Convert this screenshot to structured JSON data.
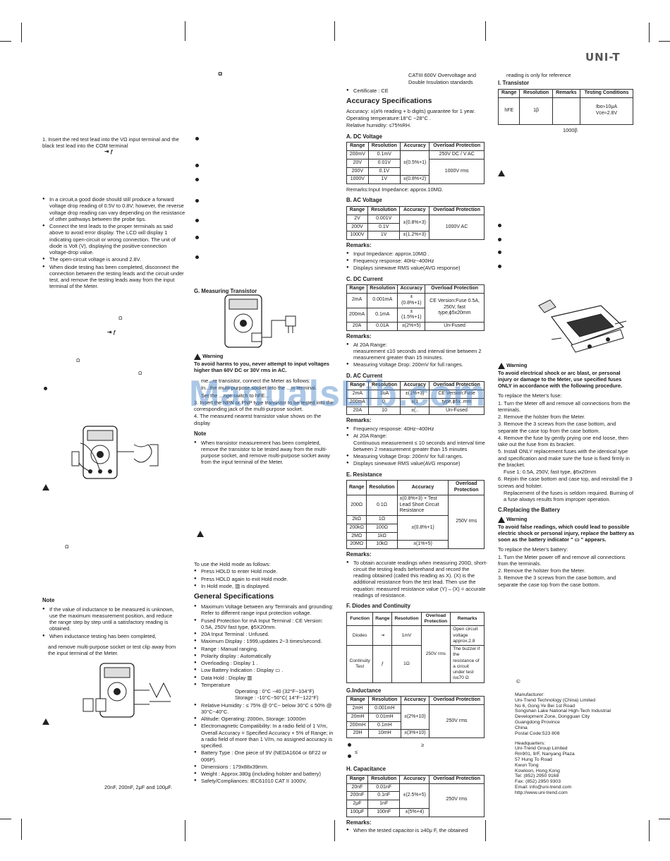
{
  "brand": "UNI-T",
  "col1": {
    "step1": "1. Insert the red test lead into the VΩ input terminal and the black test lead into the COM terminal",
    "bullets": [
      "In a circuit,a good diode should still produce a forward voltage drop reading of 0.5V to 0.8V; however, the reverse voltage drop reading can vary depending on the resistance of other pathways between the probe tips.",
      "Connect the test leads to the proper terminals as said above to avoid error display. The LCD will display 1 indicating open-circuit or wrong connection. The unit of diode is Volt (V), displaying the positive-connection voltage-drop value.",
      "The open-circuit voltage is around 2.8V.",
      "When diode testing has been completed, disconnect the connection between the testing leads and the circuit under test, and remove the testing leads away from the input terminal of the Meter."
    ],
    "note_title": "Note",
    "note_bullets": [
      "If the value of inductance to be measured is unknown, use the maximum measurement position, and reduce the range step by step until a satisfactory reading is obtained.",
      "When inductance testing has been completed,"
    ],
    "note_cont": "and remove multi-purpose socket or test clip away from the input terminal of the Meter.",
    "cap_ranges": "20nF, 200nF, 2μF and 100μF."
  },
  "col2": {
    "transistor_title": "G. Measuring Transistor",
    "warning_title": "Warning",
    "warning_text": "To avoid harms to you, never attempt to input voltages higher than 60V DC or 30V rms in AC.",
    "steps": [
      "me...re transistor, connect the Meter as follows:",
      "In...the multi-purpose socket into the ...m terminal.",
      "Set the ...nge switch to hFE...",
      "3. Insert the NPN or PNP type transistor to be tested into the corresponding jack of the multi-purpose socket.",
      "4. The measured nearest transistor value shows on the display"
    ],
    "note_title": "Note",
    "note_bullets": [
      "When transistor measurement has been completed, remove the transistor to be tested away from the multi-purpose socket, and remove multi-purpose socket away from the input terminal of the Meter."
    ],
    "hold_intro": "To use the Hold mode as follows:",
    "hold_bullets": [
      "Press HOLD to enter Hold mode.",
      "Press HOLD again to exit Hold mode.",
      "In Hold mode, ▥ is displayed."
    ],
    "gen_title": "General Specifications",
    "gen_bullets": [
      "Maximum Voltage between any Terminals and grounding:",
      "Fused Protection for mA Input Terminal : CE Version: 0.5A, 250V fast type, ϕ5X20mm.",
      "20A Input Terminal : Unfused.",
      "Maximum Display : 1999,updates 2~3 times/second.",
      "Range : Manual ranging.",
      "Polarity display : Automatically",
      "Overloading : Display 1 .",
      "Low Battery Indication : Display ▭ .",
      "Data Hold : Display ▥",
      "Temperature",
      "Relative Humidity : ≤ 75% @ 0°C~ below 30°C ≤ 50% @ 30°C~40°C.",
      "Altitude: Operating: 2000m, Storage: 10000m",
      "Electromagnetic Compatibility: In a radio field of 1 V/m, Overall Accuracy = Specified Accuracy + 5% of Range; in a radio field of more than 1 V/m, no assigned accuracy is specified.",
      "Battery Type : One piece of 9V (NEDA1604 or 6F22 or 006P).",
      "Dimensions : 179x88x39mm.",
      "Weight : Approx.380g (including holster and battery)",
      "Safety/Compliances: IEC61010 CAT II 1000V,"
    ],
    "max_volt_ref": "Refer to different range input protection voltage.",
    "temp_op": "Operating : 0°C ~40 (32°F~104°F)",
    "temp_st": "Storage : -10°C~50°C( 14°F~122°F)"
  },
  "col3": {
    "cat_line1": "CATIII 600V Overvoltage and",
    "cat_line2": "Double Insulation standards",
    "certificate": "Certificate : CE",
    "acc_title": "Accuracy Specifications",
    "acc_lines": [
      "Accuracy: ±(a% reading + b digits) guarantee for 1 year.",
      "Operating temperature:18°C ~28°C .",
      "Relative humidity: ≤75%RH."
    ],
    "dcv_title": "A. DC Voltage",
    "dcv_rows": [
      [
        "200mV",
        "0.1mV"
      ],
      [
        "20V",
        "0.01V"
      ],
      [
        "200V",
        "0.1V"
      ],
      [
        "1000V",
        "1V"
      ]
    ],
    "dcv_acc": [
      "±(0.5%+1)",
      "±(0.8%+2)"
    ],
    "dcv_ovp": [
      "250V DC / V AC",
      "1000V rms"
    ],
    "dcv_remark": "Remarks:Input Impedance: approx.10MΩ.",
    "acv_title": "B. AC Voltage",
    "acv_rows": [
      [
        "2V",
        "0.001V"
      ],
      [
        "200V",
        "0.1V"
      ],
      [
        "1000V",
        "1V"
      ]
    ],
    "acv_acc": [
      "±(0.8%+3)",
      "±(1.2%+3)"
    ],
    "acv_ovp": "1000V AC",
    "acv_remarks_title": "Remarks:",
    "acv_remarks": [
      "Input Impedance: approx.10MΩ .",
      "Frequency response: 40Hz~400Hz",
      "Displays sinewave RMS value(AVG response)"
    ],
    "dca_title": "C. DC Current",
    "dca_rows": [
      [
        "2mA",
        "0.001mA",
        "±(0.8%+1)"
      ],
      [
        "200mA",
        "0.1mA",
        "±(1.5%+1)"
      ],
      [
        "20A",
        "0.01A",
        "±(2%+5)"
      ]
    ],
    "dca_ovp": [
      "CE Version:Fuse 0.5A, 250V, fast type,ϕ5x20mm",
      "Un-Fused"
    ],
    "dca_remarks_title": "Remarks:",
    "dca_remarks": [
      "At 20A Range:",
      "measurement ≤10 seconds and interval time between 2 measurement greater than 15 minutes.",
      "Measuring Voltage Drop: 200mV for full ranges."
    ],
    "aca_title": "D. AC Current",
    "aca_rows": [
      [
        "2mA",
        "1uA",
        "±(1%+3)"
      ],
      [
        "200mA",
        "0.",
        "±(1"
      ],
      [
        "20A",
        "10",
        "±(.."
      ]
    ],
    "aca_ovp": [
      "CE Version:Fuse",
      "type,ϕ5x..mm",
      "Un-Fused"
    ],
    "aca_remarks_title": "Remarks:",
    "aca_remarks": [
      "Frequency response: 40Hz~400Hz",
      "At 20A Range:",
      "Continuous measurement ≤ 10 seconds and interval time between 2 measurement greater than 15 minutes",
      "Measuring Voltage Drop: 200mV for full ranges.",
      "Displays sinewave RMS value(AVG response)"
    ],
    "res_title": "E. Resistance",
    "res_rows": [
      [
        "200Ω",
        "0.1Ω",
        "±(0.8%+3) + Test Lead Short Circuit Resistance"
      ],
      [
        "2kΩ",
        "1Ω",
        ""
      ],
      [
        "200kΩ",
        "100Ω",
        "±(0.8%+1)"
      ],
      [
        "2MΩ",
        "1kΩ",
        ""
      ],
      [
        "20MΩ",
        "10kΩ",
        "±(1%+5)"
      ]
    ],
    "res_ovp": "250V rms",
    "res_remarks_title": "Remarks:",
    "res_remarks": [
      "To obtain accurate readings when measuring 200Ω, short-circuit the testing leads beforehand and record the reading obtained (called this reading as X). (X) is the additional resistance from the test lead. Then use the equation: measured resistance value (Y) – (X) = accurate readings of resistance."
    ],
    "diode_title": "F. Diodes and Continuity",
    "diode_head": [
      "Function",
      "Range",
      "Resolution",
      "Overload Protection",
      "Remarks"
    ],
    "diode_rows": [
      [
        "Diodes",
        "1mV",
        "Open circuit voltage approx.2.8"
      ],
      [
        "Continuity Test",
        "1Ω",
        "The buzzer if the resistance of a circuit under test is≤70 Ω"
      ]
    ],
    "diode_ovp": "250V rms",
    "ind_title": "G.Inductance",
    "ind_rows": [
      [
        "2mH",
        "0.001mH"
      ],
      [
        "20mH",
        "0.01mH"
      ],
      [
        "200mH",
        "0.1mH"
      ],
      [
        "20H",
        "10mH"
      ]
    ],
    "ind_acc": [
      "±(2%+10)",
      "±(3%+10)"
    ],
    "ind_ovp": "250V rms",
    "cap_title": "H. Capacitance",
    "cap_rows": [
      [
        "20nF",
        "0.01nF"
      ],
      [
        "200nF",
        "0.1nF"
      ],
      [
        "2μF",
        "1nF"
      ],
      [
        "100μF",
        "100nF"
      ]
    ],
    "cap_acc": [
      "±(2.5%+5)",
      "±(5%+4)"
    ],
    "cap_ovp": "250V rms",
    "cap_remarks_title": "Remarks:",
    "cap_remarks": [
      "When the tested capacitor is ≥40μ F, the obtained"
    ],
    "head": [
      "Range",
      "Resolution",
      "Accuracy",
      "Overload Protection"
    ]
  },
  "col4": {
    "ref_line": "reading is only for reference",
    "trans_title": "I. Transistor",
    "trans_head": [
      "Range",
      "Resolution",
      "Remarks",
      "Testing Conditions"
    ],
    "trans_row": [
      "hFE",
      "1β",
      "1000β",
      "Ibo≈10μA",
      "Vce≈2.8V"
    ],
    "warning_title": "Warning",
    "warning_text": "To avoid electrical shock or arc blast, or personal injury or damage to the Meter, use specified fuses ONLY in accordance with the following procedure.",
    "fuse_intro": "To replace the Meter's fuse:",
    "fuse_steps": [
      "1. Turn the Meter off and remove all connections from the terminals.",
      "2. Remove the holster from the Meter.",
      "3. Remove the 3 screws from the case bottom, and separate the case top from the case bottom.",
      "4. Remove the fuse by gently prying one end loose, then take out the fuse from its bracket.",
      "5. Install ONLY replacement fuses with the identical type and specification and make sure the fuse is fixed firmly in the bracket.",
      "Fuse 1: 0.5A, 250V, fast type, ϕ5x20mm",
      "6. Rejoin the case bottom and case top, and reinstall the 3 screws and holster.",
      "Replacement of the fuses is seldom required. Burning of a fuse always results from improper operation."
    ],
    "batt_title": "C.Replacing the Battery",
    "batt_warning_title": "Warning",
    "batt_warning": "To avoid false readings, which could lead to possible electric shock or personal injury, replace the battery as soon as the battery indicator \" ▭ \" appears.",
    "batt_intro": "To replace the Meter's battery:",
    "batt_steps": [
      "1. Turn the Meter power off and remove all connections from the terminals.",
      "2. Remove the holster from the Meter.",
      "3. Remove the 3 screws from the case bottom, and separate the case top from the case bottom."
    ],
    "manufacturer": [
      "Manufacturer:",
      "Uni-Trend Technology (China) Limited",
      "No 6, Gong Ye Bei 1st Road",
      "Songshan Lake National High-Tech Industrial",
      "Development Zone, Dongguan City",
      "Guangdong Province",
      "China",
      "Postal Code:523 808"
    ],
    "headquarters": [
      "Headquarters:",
      "Uni-Trend Group Limited",
      "Rm901, 9/F, Nanyang Plaza",
      "57 Hung To Road",
      "Kwun Tong",
      "Kowloon, Hong Kong",
      "Tel: (852) 2950 9168",
      "Fax: (852) 2950 9303",
      "Email: info@uni-trend.com",
      "http://www.uni-trend.com"
    ],
    "copyright": "©"
  },
  "watermark": "ManualsLib.com"
}
